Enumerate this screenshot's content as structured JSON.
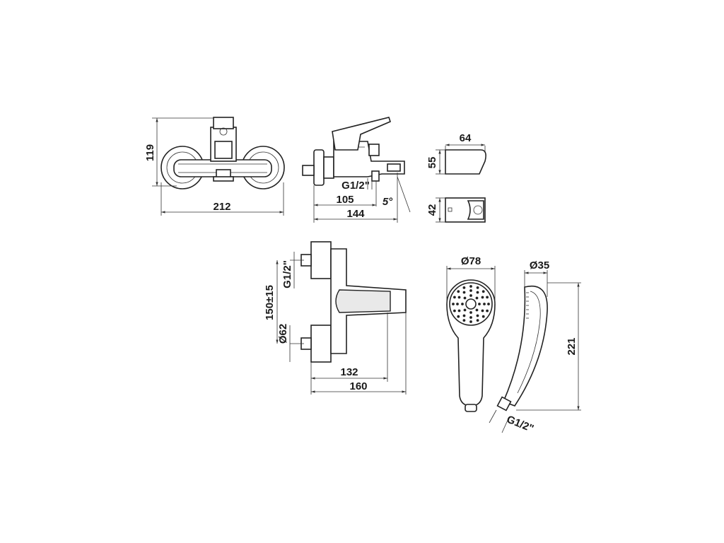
{
  "front_view": {
    "height_label": "119",
    "width_label": "212"
  },
  "side_view": {
    "thread_label": "G1/2\"",
    "depth1_label": "105",
    "depth2_label": "144",
    "angle_label": "5°"
  },
  "holder_view": {
    "width_label": "64",
    "height_label": "55",
    "depth_label": "42"
  },
  "top_view": {
    "thread_label": "G1/2\"",
    "spacing_label": "150±15",
    "diameter_label": "Ø62",
    "spout_label": "132",
    "total_label": "160"
  },
  "shower_front": {
    "diameter_label": "Ø78"
  },
  "shower_side": {
    "diameter_label": "Ø35",
    "length_label": "221",
    "thread_label": "G1/2\""
  }
}
